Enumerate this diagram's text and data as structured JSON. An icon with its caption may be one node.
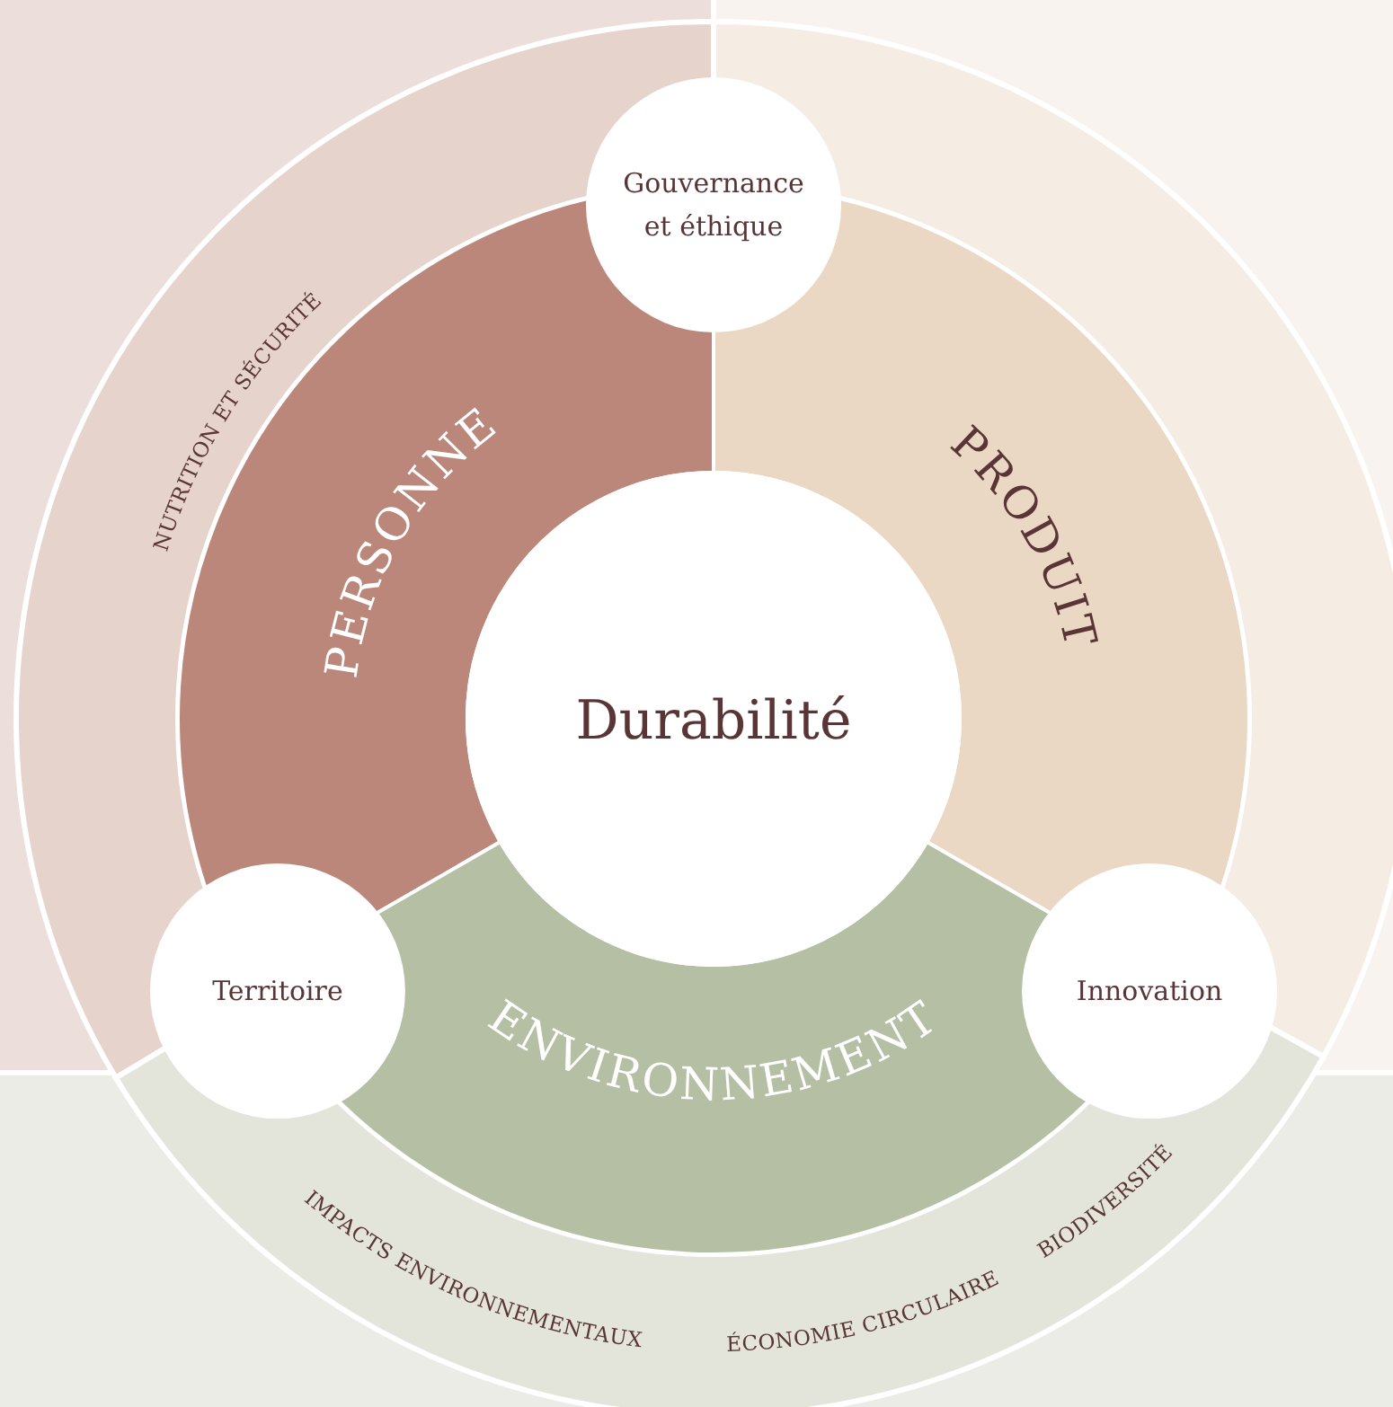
{
  "diagram": {
    "nodes": [
      {
        "text": [
          "Durabilité"
        ]
      },
      {
        "text": [
          "PERSONNE"
        ]
      },
      {
        "text": [
          "PRODUIT"
        ]
      },
      {
        "text": [
          "ENVIRONNEMENT"
        ]
      },
      {
        "text": [
          "Gouvernance et éthique"
        ]
      },
      {
        "text": [
          "Territoire"
        ]
      },
      {
        "text": [
          "Innovation"
        ]
      },
      {
        "text": [
          "NUTRITION ET SÉCURITÉ"
        ]
      },
      {
        "text": [
          "IMPACTS ENVIRONNEMENTAUX",
          "ÉCONOMIE CIRCULAIRE",
          "BIODIVERSITÉ"
        ]
      }
    ]
  }
}
